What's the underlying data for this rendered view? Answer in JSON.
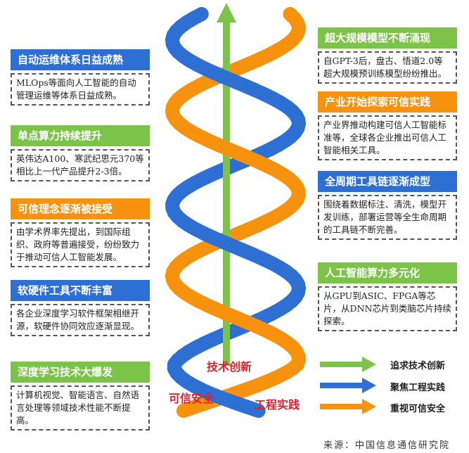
{
  "left_cards": [
    {
      "title": "自动运维体系日益成熟",
      "body": "MLOps等面向人工智能的自动管理运维等体系日益成熟。",
      "color": "blue"
    },
    {
      "title": "单点算力持续提升",
      "body": "英伟达A100、寒武纪思元370等相比上一代产品提升2-3倍。",
      "color": "green"
    },
    {
      "title": "可信理念逐渐被接受",
      "body": "由学术界率先提出，到国际组织、政府等普遍接受，纷纷致力于推动可信人工智能发展。",
      "color": "orange"
    },
    {
      "title": "软硬件工具不断丰富",
      "body": "各企业深度学习软件框架相继开源，软硬件协同效应逐渐显现。",
      "color": "blue"
    },
    {
      "title": "深度学习技术大爆发",
      "body": "计算机视觉、智能语言、自然语言处理等领域技术性能不断提高。",
      "color": "green"
    }
  ],
  "right_cards": [
    {
      "title": "超大规模模型不断涌现",
      "body": "自GPT-3后，盘古、悟道2.0等超大规模预训练模型纷纷推出。",
      "color": "green"
    },
    {
      "title": "产业开始探索可信实践",
      "body": "产业界推动构建可信人工智能标准等，全球各企业推出可信人工智能相关工具。",
      "color": "orange"
    },
    {
      "title": "全周期工具链逐渐成型",
      "body": "围绕着数据标注、清洗，模型开发训练，部署运营等全生命周期的工具链不断完善。",
      "color": "blue"
    },
    {
      "title": "人工智能算力多元化",
      "body": "从GPU到ASIC、FPGA等芯片，从DNN芯片到类脑芯片持续探索。",
      "color": "green"
    }
  ],
  "helix_labels": {
    "tech": "技术创新",
    "trust": "可信安全",
    "eng": "工程实践"
  },
  "legend": [
    {
      "label": "追求技术创新",
      "color": "#7cc34a"
    },
    {
      "label": "聚焦工程实践",
      "color": "#2e6fd4"
    },
    {
      "label": "重视可信安全",
      "color": "#f7920f"
    }
  ],
  "source": "来源：中国信息通信研究院"
}
